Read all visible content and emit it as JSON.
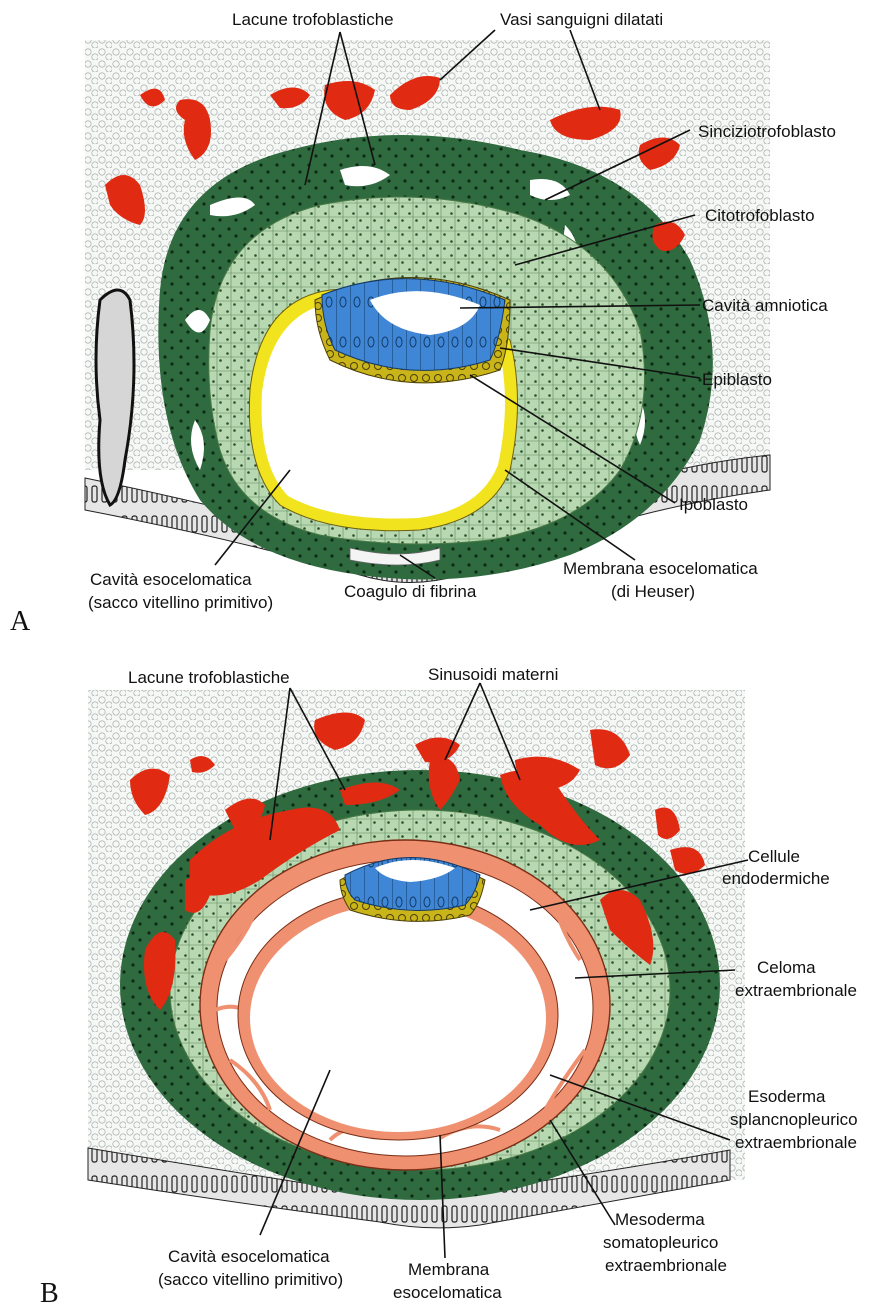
{
  "panel_a": {
    "letter": "A",
    "labels": {
      "lacune": "Lacune trofoblastiche",
      "vasi": "Vasi sanguigni dilatati",
      "sincizio": "Sinciziotrofoblasto",
      "citotrofo": "Citotrofoblasto",
      "amniotica": "Cavità amniotica",
      "epiblasto": "Epiblasto",
      "ipoblasto": "Ipoblasto",
      "membrana_1": "Membrana esocelomatica",
      "membrana_2": "(di Heuser)",
      "coagulo": "Coagulo di fibrina",
      "cavita_1": "Cavità esocelomatica",
      "cavita_2": "(sacco vitellino primitivo)"
    }
  },
  "panel_b": {
    "letter": "B",
    "labels": {
      "lacune": "Lacune trofoblastiche",
      "sinusoidi": "Sinusoidi materni",
      "cellule_1": "Cellule",
      "cellule_2": "endodermiche",
      "celoma_1": "Celoma",
      "celoma_2": "extraembrionale",
      "esoderma_1": "Esoderma",
      "esoderma_2": "splancnopleurico",
      "esoderma_3": "extraembrionale",
      "mesoderma_1": "Mesoderma",
      "mesoderma_2": "somatopleurico",
      "mesoderma_3": "extraembrionale",
      "membrana_1": "Membrana",
      "membrana_2": "esocelomatica",
      "cavita_1": "Cavità esocelomatica",
      "cavita_2": "(sacco vitellino primitivo)"
    }
  },
  "colors": {
    "syncytio": "#2f6b3f",
    "cyto": "#b8d8b2",
    "blood": "#e02a12",
    "epiblast": "#3f86d6",
    "hypoblast": "#c9b41a",
    "heuser": "#f2e31f",
    "mesoderm": "#ef9070",
    "stroma": "#f2f4f2",
    "epithelium": "#d9d9d9"
  }
}
